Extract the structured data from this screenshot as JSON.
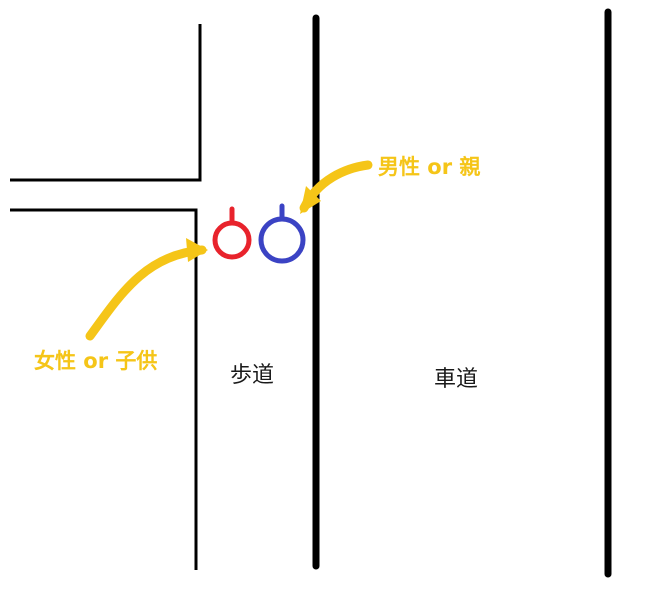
{
  "labels": {
    "man_or_parent": "男性 or 親",
    "woman_or_child": "女性 or 子供",
    "sidewalk": "歩道",
    "roadway": "車道"
  },
  "colors": {
    "woman_or_child_marker": "#e8232c",
    "man_or_parent_marker": "#3b43c4",
    "arrow": "#f5c518",
    "lines": "#000000"
  }
}
